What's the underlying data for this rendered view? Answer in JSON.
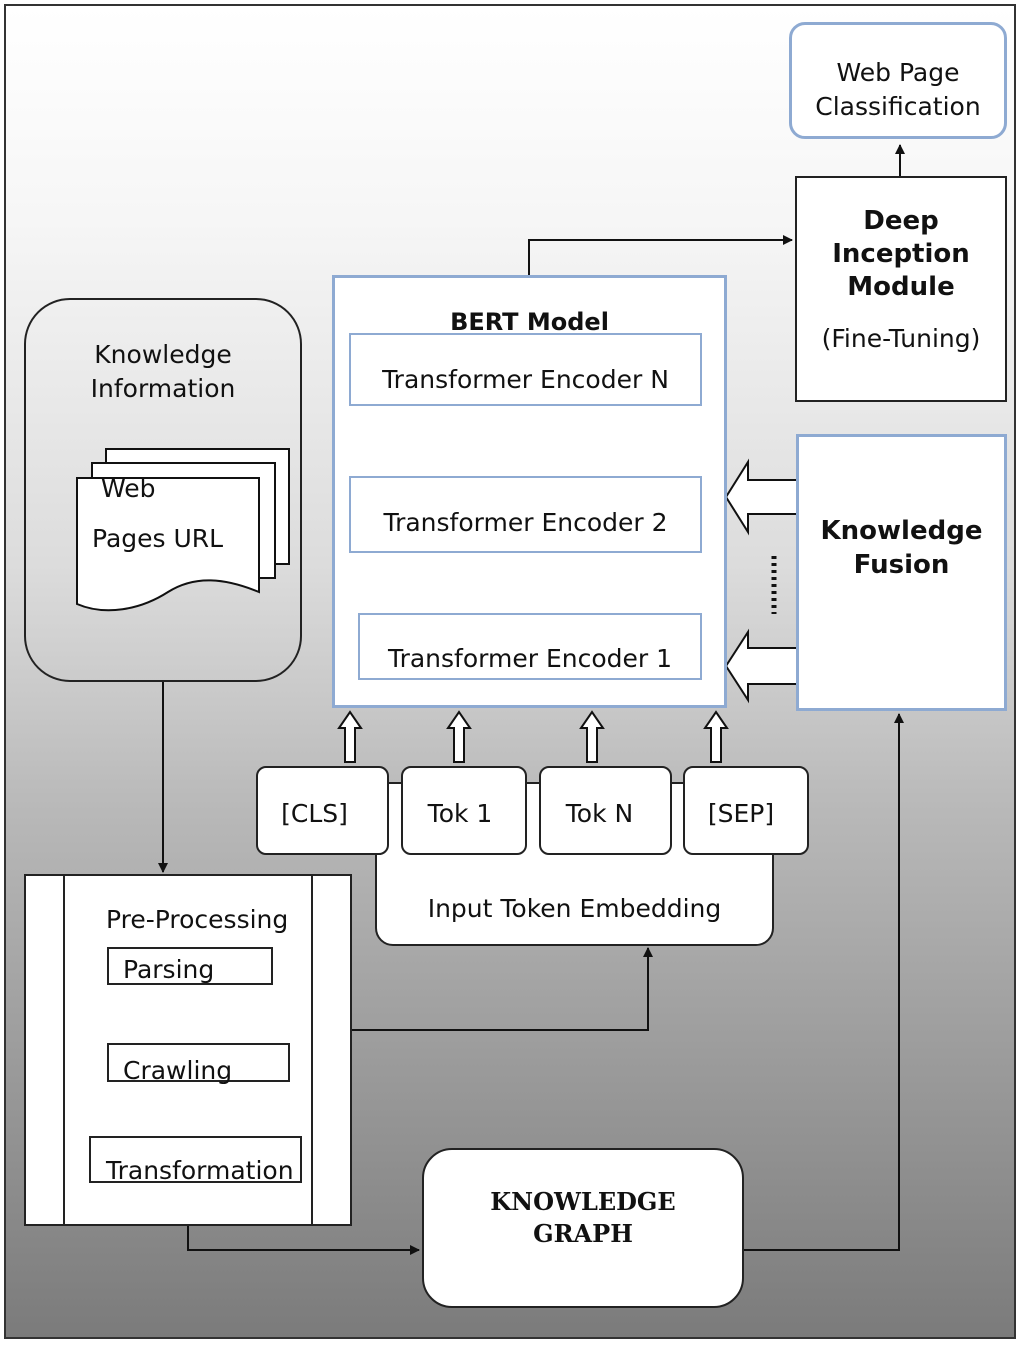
{
  "web_page_classification": "Web Page\nClassification",
  "deep_inception": {
    "title": "Deep\nInception\nModule",
    "subtitle": "(Fine-Tuning)"
  },
  "bert": {
    "title": "BERT Model",
    "encoders": [
      "Transformer Encoder N",
      "Transformer Encoder 2",
      "Transformer Encoder 1"
    ]
  },
  "knowledge_info": {
    "title": "Knowledge\nInformation",
    "doc_line1": "Web",
    "doc_line2": "Pages URL"
  },
  "knowledge_fusion": "Knowledge\nFusion",
  "tokens": [
    "[CLS]",
    "Tok 1",
    "Tok N",
    "[SEP]"
  ],
  "input_embedding": "Input Token Embedding",
  "preprocessing": {
    "title": "Pre-Processing",
    "steps": [
      "Parsing",
      "Crawling",
      "Transformation"
    ]
  },
  "knowledge_graph": "KNOWLEDGE\nGRAPH"
}
